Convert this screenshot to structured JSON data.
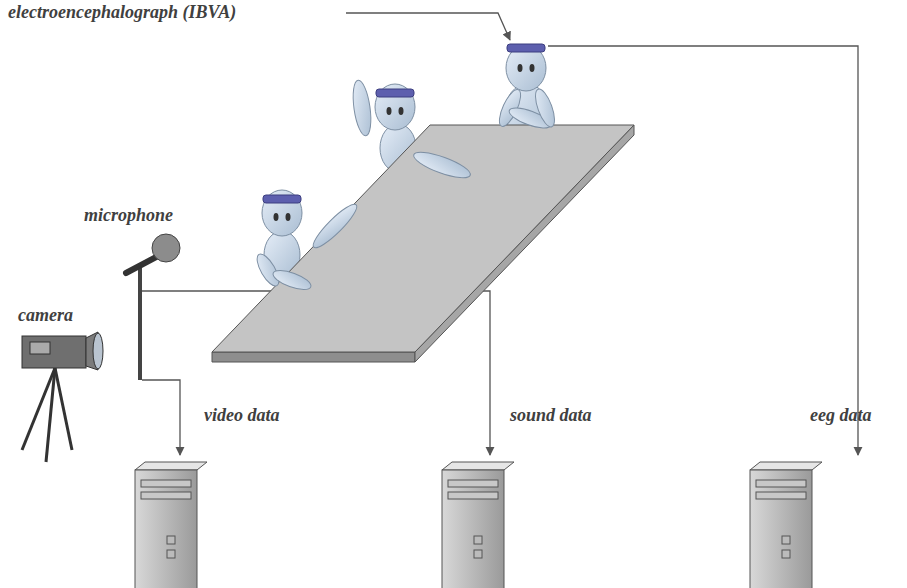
{
  "diagram": {
    "labels": [
      "electroencephalograph (IBVA)",
      "microphone",
      "camera",
      "video data",
      "sound data",
      "eeg data"
    ]
  }
}
